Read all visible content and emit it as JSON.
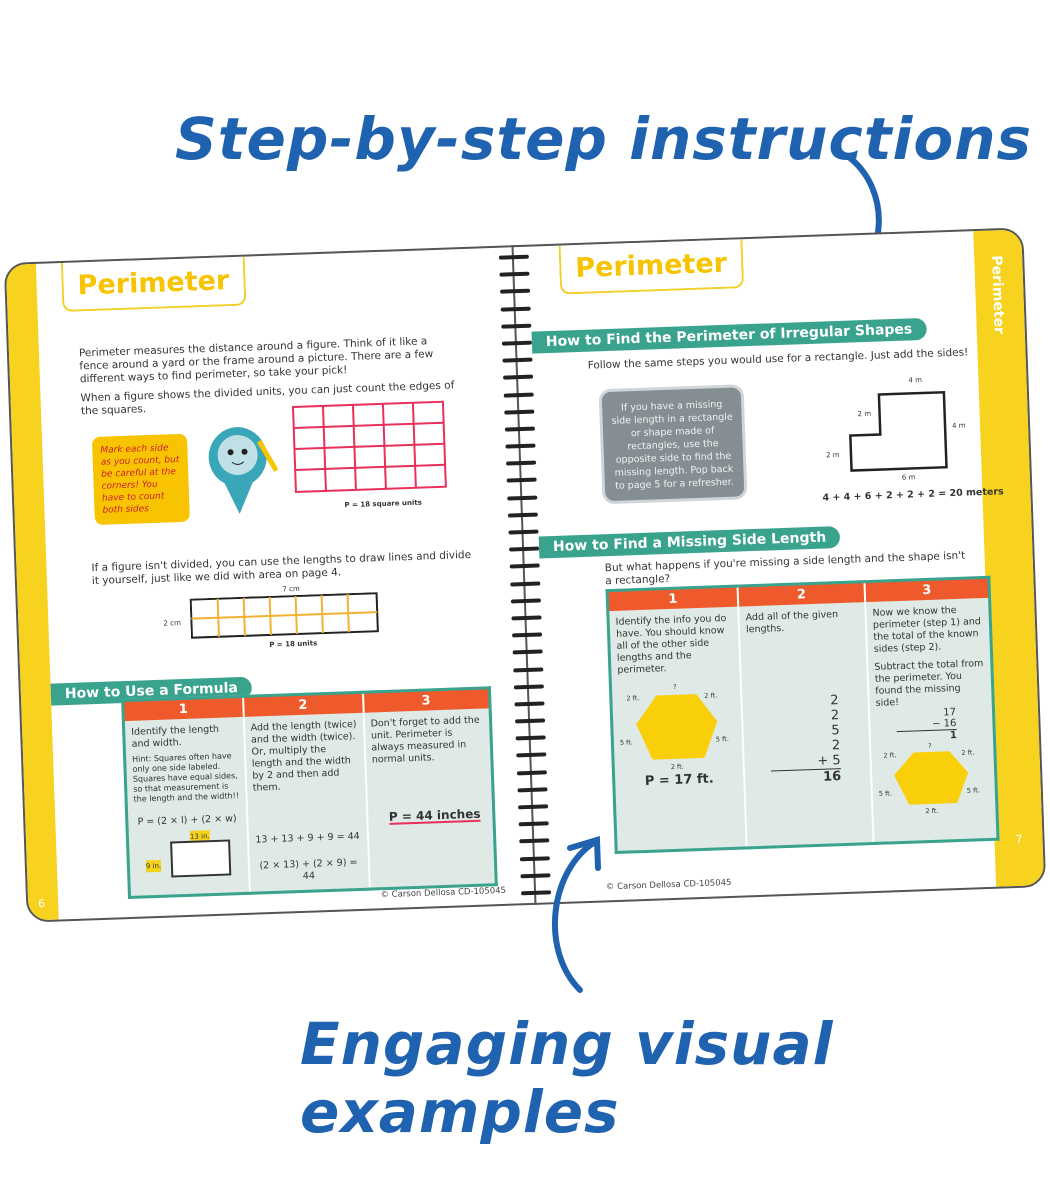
{
  "headline_top": "Step-by-step instructions",
  "headline_bottom": "Engaging visual examples",
  "left_page": {
    "title": "Perimeter",
    "intro": "Perimeter measures the distance around a figure. Think of it like a fence around a yard or the frame around a picture. There are a few different ways to find perimeter, so take your pick!",
    "divided_text": "When a figure shows the divided units, you can just count the edges of the squares.",
    "bubble": "Mark each side as you count, but be careful at the corners! You have to count both sides",
    "grid_caption": "P = 18 square units",
    "undivided_text": "If a figure isn't divided, you can use the lengths to draw lines and divide it yourself, just like we did with area on page 4.",
    "bar_top": "7 cm",
    "bar_side": "2 cm",
    "bar_caption": "P = 18 units",
    "formula_band": "How to Use a Formula",
    "steps": [
      {
        "num": "1",
        "text": "Identify the length and width.",
        "hint": "Hint: Squares often have only one side labeled. Squares have equal sides, so that measurement is the length and the width!!",
        "formula": "P = (2 × l) + (2 × w)",
        "len": "13 in.",
        "wid": "9 in."
      },
      {
        "num": "2",
        "text": "Add the length (twice) and the width (twice). Or, multiply the length and the width by 2 and then add them.",
        "eq1": "13 + 13 + 9 + 9 = 44",
        "eq2": "(2 × 13) + (2 × 9) = 44"
      },
      {
        "num": "3",
        "text": "Don't forget to add the unit. Perimeter is always measured in normal units.",
        "answer": "P = 44 inches"
      }
    ],
    "copyright": "© Carson Dellosa CD-105045",
    "page_number": "6"
  },
  "right_page": {
    "title": "Perimeter",
    "side_tab": "Perimeter",
    "irregular_band": "How to Find the Perimeter of Irregular Shapes",
    "irregular_text": "Follow the same steps you would use for a rectangle. Just add the sides!",
    "tip": "If you have a missing side length in a rectangle or shape made of rectangles, use the opposite side to find the missing length. Pop back to page 5 for a refresher.",
    "shape_labels": {
      "top": "4 m",
      "right": "4 m",
      "step": "2 m",
      "left": "2 m",
      "bottom": "6 m"
    },
    "irregular_eq": "4 + 4 + 6 + 2 + 2 + 2 = 20 meters",
    "missing_band": "How to Find a Missing Side Length",
    "missing_text": "But what happens if you're missing a side length and the shape isn't a rectangle?",
    "steps": [
      {
        "num": "1",
        "text": "Identify the info you do have. You should know all of the other side lengths and the perimeter.",
        "answer": "P = 17 ft."
      },
      {
        "num": "2",
        "text": "Add all of the given lengths.",
        "addends": [
          "2",
          "2",
          "5",
          "2",
          "+ 5"
        ],
        "sum": "16"
      },
      {
        "num": "3",
        "text": "Now we know the perimeter (step 1) and the total of the known sides (step 2).",
        "text2": "Subtract the total from the perimeter. You found the missing side!",
        "sub": [
          "17",
          "− 16",
          "1"
        ]
      }
    ],
    "pent_labels": {
      "top": "?",
      "tl": "2 ft.",
      "tr": "2 ft.",
      "l": "5 ft.",
      "r": "5 ft.",
      "b": "2 ft."
    },
    "copyright": "© Carson Dellosa CD-105045",
    "page_number": "7"
  },
  "colors": {
    "headline": "#1f62b0",
    "yellow": "#f7d21e",
    "teal": "#3aa38e",
    "orange": "#ee5a2c",
    "grid": "#e8305a"
  }
}
